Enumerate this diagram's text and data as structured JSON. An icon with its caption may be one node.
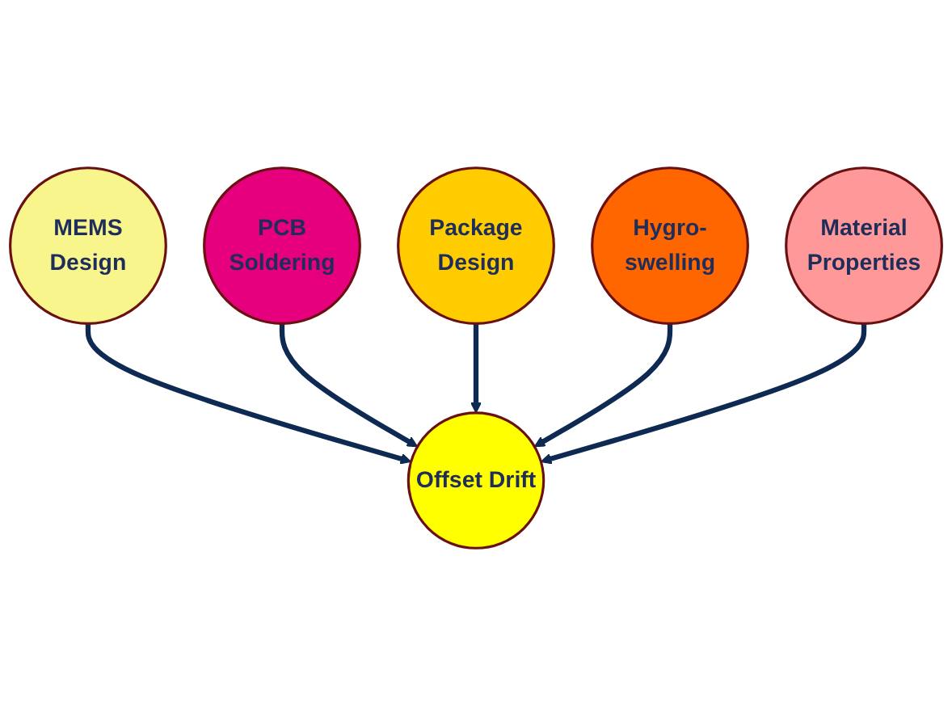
{
  "diagram": {
    "nodes": [
      {
        "text": [
          "MEMS Design"
        ]
      },
      {
        "text": [
          "PCB Soldering"
        ]
      },
      {
        "text": [
          "Offset Drift"
        ]
      },
      {
        "text": [
          "Package Design"
        ]
      },
      {
        "text": [
          "Hygro- swelling"
        ]
      },
      {
        "text": [
          "Material Properties"
        ]
      }
    ],
    "edges": [
      {
        "from": 0,
        "to": 2,
        "arrow": "to"
      },
      {
        "from": 1,
        "to": 2,
        "arrow": "to"
      },
      {
        "from": 3,
        "to": 2,
        "arrow": "to"
      },
      {
        "from": 4,
        "to": 2,
        "arrow": "to"
      },
      {
        "from": 5,
        "to": 2,
        "arrow": "to"
      }
    ]
  }
}
